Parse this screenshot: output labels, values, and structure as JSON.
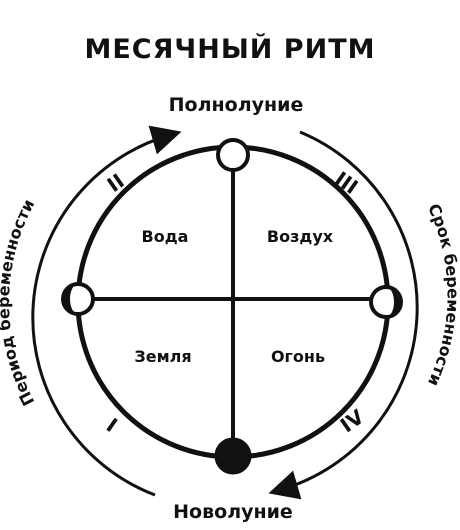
{
  "title": "МЕСЯЧНЫЙ РИТМ",
  "labels": {
    "full_moon": "Полнолуние",
    "new_moon": "Новолуние",
    "left_arc": "Период беременности",
    "right_arc": "Срок беременности"
  },
  "quadrants": {
    "top_left": "Вода",
    "top_right": "Воздух",
    "bottom_left": "Земля",
    "bottom_right": "Огонь"
  },
  "quarters": {
    "bottom_left": "I",
    "top_left": "II",
    "top_right": "III",
    "bottom_right": "IV"
  },
  "colors": {
    "ink": "#111111",
    "paper": "#ffffff"
  }
}
